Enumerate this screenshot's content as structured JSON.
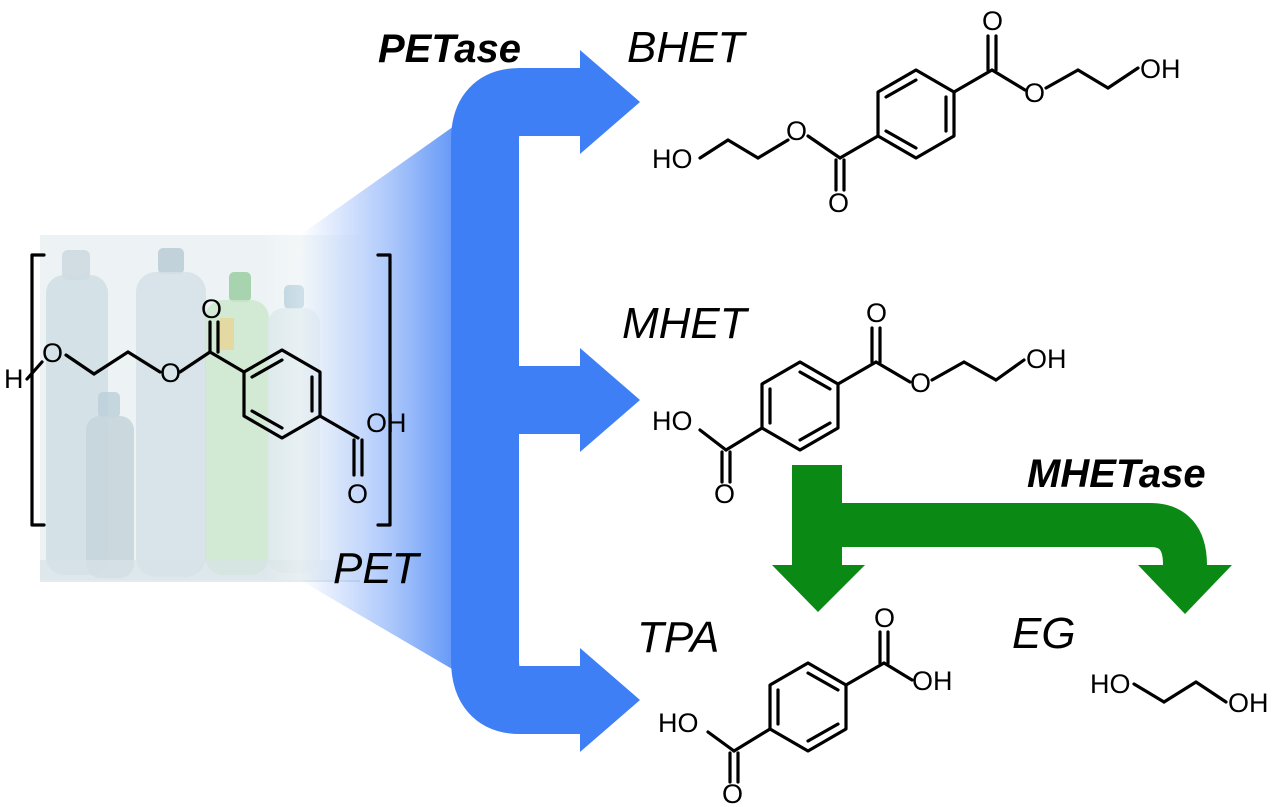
{
  "enzymes": {
    "petase": "PETase",
    "mhetase": "MHETase"
  },
  "compounds": {
    "pet": "PET",
    "bhet": "BHET",
    "mhet": "MHET",
    "tpa": "TPA",
    "eg": "EG"
  },
  "atoms": {
    "o": "O",
    "h": "H",
    "oh": "OH",
    "ho": "HO"
  },
  "colors": {
    "petase_arrow": "#3f7ff5",
    "mhetase_arrow": "#0a8a14",
    "fade_blue": "#3f7ff5",
    "bottle_tint": "#dfe9ec"
  }
}
